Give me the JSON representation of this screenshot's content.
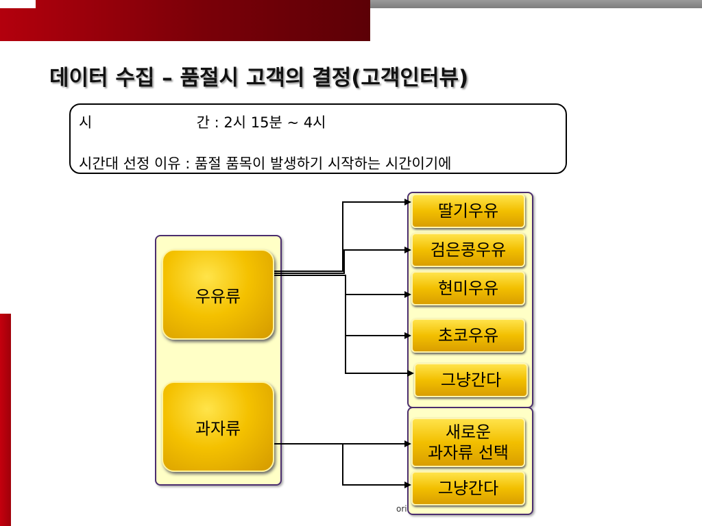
{
  "slide": {
    "title": "데이터 수집 – 품절시 고객의 결정(고객인터뷰)",
    "info": {
      "time_label_a": "시",
      "time_label_b": "간",
      "time_value": " : 2시 15분 ~ 4시",
      "reason_label": "시간대 선정 이유",
      "reason_value": " : 품절 품목이 발생하기 시작하는 시간이기에"
    },
    "categories": {
      "milk": "우유류",
      "snack": "과자류"
    },
    "milk_options": [
      "딸기우유",
      "검은콩우유",
      "현미우유",
      "초코우유",
      "그냥간다"
    ],
    "snack_options": {
      "new_line1": "새로운",
      "new_line2": "과자류 선택",
      "leave": "그냥간다"
    },
    "footer_fragment": "ori"
  }
}
